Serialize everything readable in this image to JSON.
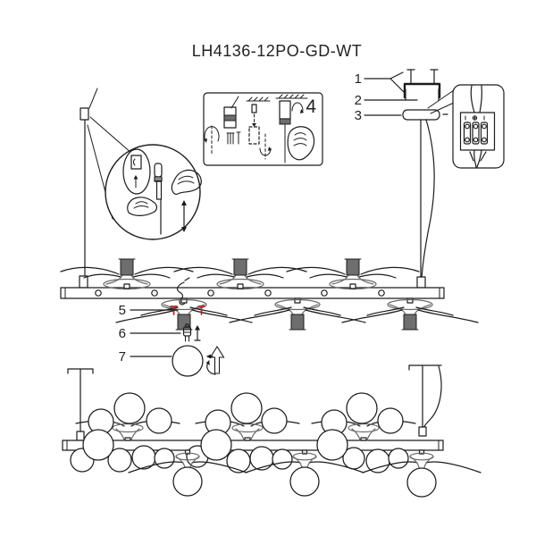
{
  "title": "LH4136-12PO-GD-WT",
  "colors": {
    "line": "#1c1c1c",
    "accent_red": "#bb2222",
    "background": "#ffffff"
  },
  "callouts": {
    "part1": "1",
    "part2": "2",
    "part3": "3",
    "step4": "4",
    "part5": "5",
    "part6": "6",
    "part7": "7"
  }
}
